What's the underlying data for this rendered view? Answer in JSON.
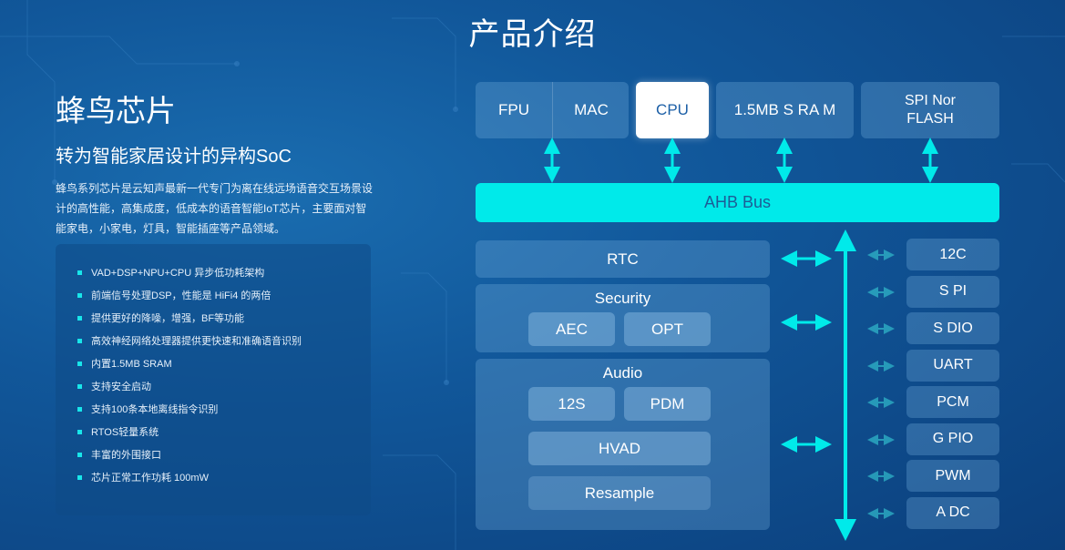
{
  "page": {
    "title": "产品介绍"
  },
  "intro": {
    "heading": "蜂鸟芯片",
    "subheading": "转为智能家居设计的异构SoC",
    "description": "蜂鸟系列芯片是云知声最新一代专门为离在线远场语音交互场景设计的高性能，高集成度，低成本的语音智能IoT芯片，主要面对智能家电，小家电，灯具，智能插座等产品领域。"
  },
  "features": [
    "VAD+DSP+NPU+CPU 异步低功耗架构",
    "前端信号处理DSP，性能是 HiFi4 的两倍",
    "提供更好的降噪，增强，BF等功能",
    "高效神经网络处理器提供更快速和准确语音识别",
    "内置1.5MB SRAM",
    "支持安全启动",
    "支持100条本地离线指令识别",
    "RTOS轻量系统",
    "丰富的外围接口",
    "芯片正常工作功耗 100mW"
  ],
  "diagram": {
    "top": {
      "fpu": "FPU",
      "mac": "MAC",
      "cpu": "CPU",
      "sram": "1.5MB S RA M",
      "flash": "SPI Nor\nFLASH"
    },
    "bus": "AHB Bus",
    "rtc": "RTC",
    "security": {
      "label": "Security",
      "aec": "AEC",
      "opt": "OPT"
    },
    "audio": {
      "label": "Audio",
      "i2s": "12S",
      "pdm": "PDM",
      "hvad": "HVAD",
      "resample": "Resample"
    },
    "peripherals": [
      "12C",
      "S PI",
      "S DIO",
      "UART",
      "PCM",
      "G PIO",
      "PWM",
      "A DC"
    ]
  },
  "colors": {
    "accent": "#00eaea",
    "background": "#11579a"
  }
}
